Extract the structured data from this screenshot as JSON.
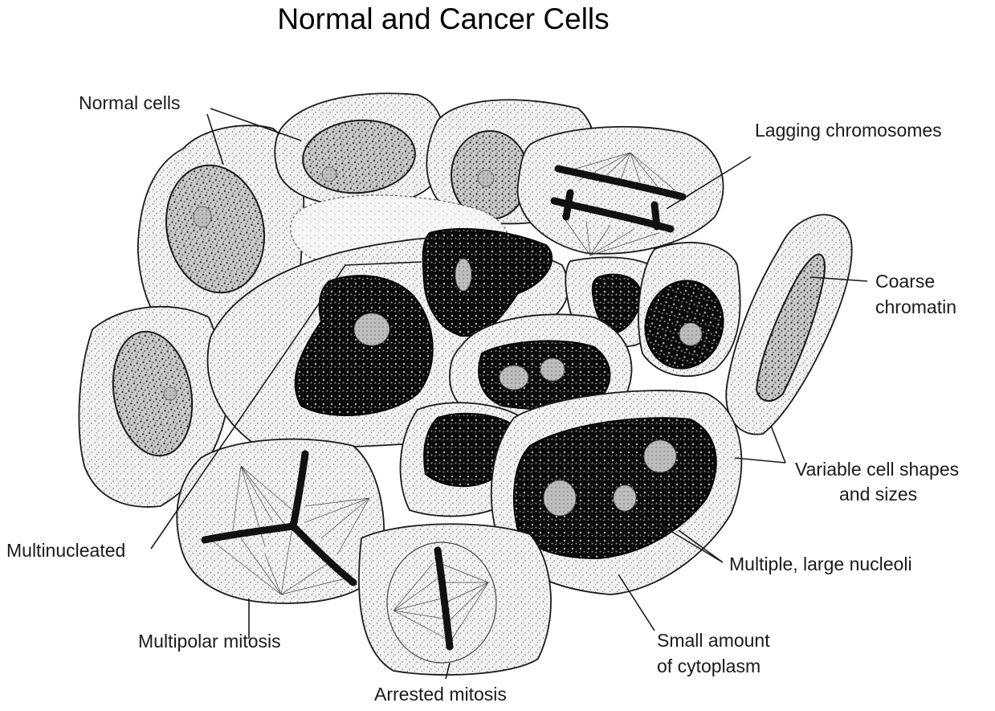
{
  "title": "Normal and Cancer Cells",
  "labels": {
    "normal_cells": "Normal cells",
    "lagging_chromosomes": "Lagging chromosomes",
    "coarse_chromatin_1": "Coarse",
    "coarse_chromatin_2": "chromatin",
    "variable_shapes_1": "Variable cell shapes",
    "variable_shapes_2": "and sizes",
    "multinucleated": "Multinucleated",
    "multiple_nucleoli": "Multiple, large nucleoli",
    "multipolar_mitosis": "Multipolar mitosis",
    "small_cytoplasm_1": "Small amount",
    "small_cytoplasm_2": "of cytoplasm",
    "arrested_mitosis": "Arrested mitosis"
  }
}
